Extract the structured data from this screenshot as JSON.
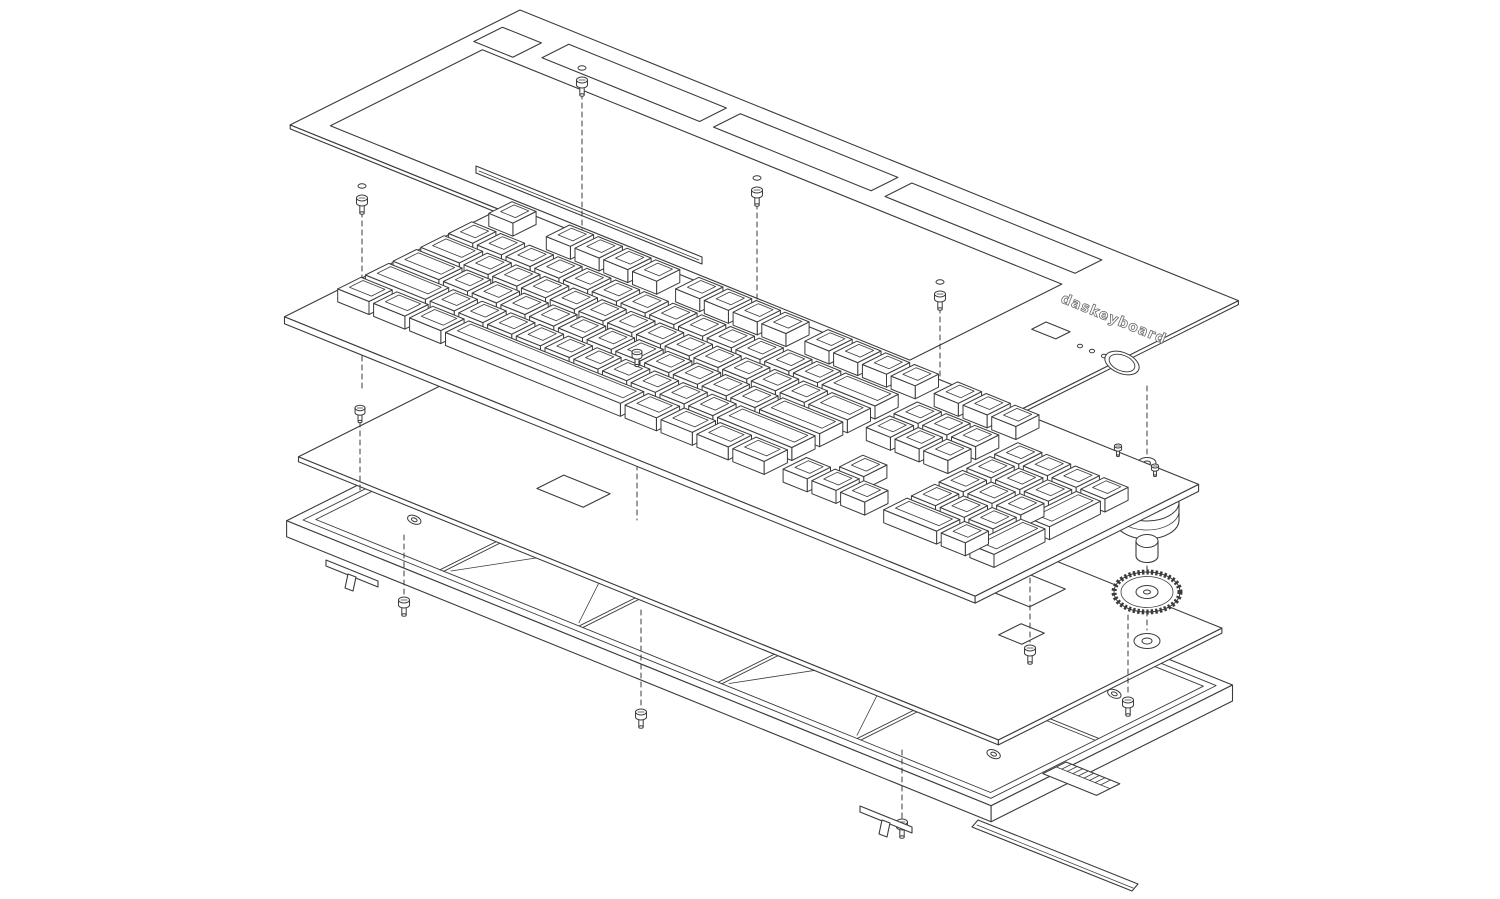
{
  "diagram": {
    "brand_text": "daskeyboard",
    "line_color": "#3b3b3b",
    "background_color": "#ffffff",
    "indicator_led_count": 3,
    "parts": [
      "top-cover",
      "light-bar",
      "keycap-assembly",
      "switch-plate",
      "pcb",
      "volume-knob",
      "knurled-wheel",
      "bottom-case",
      "mounting-screws",
      "rubber-feet",
      "usb-module"
    ]
  }
}
